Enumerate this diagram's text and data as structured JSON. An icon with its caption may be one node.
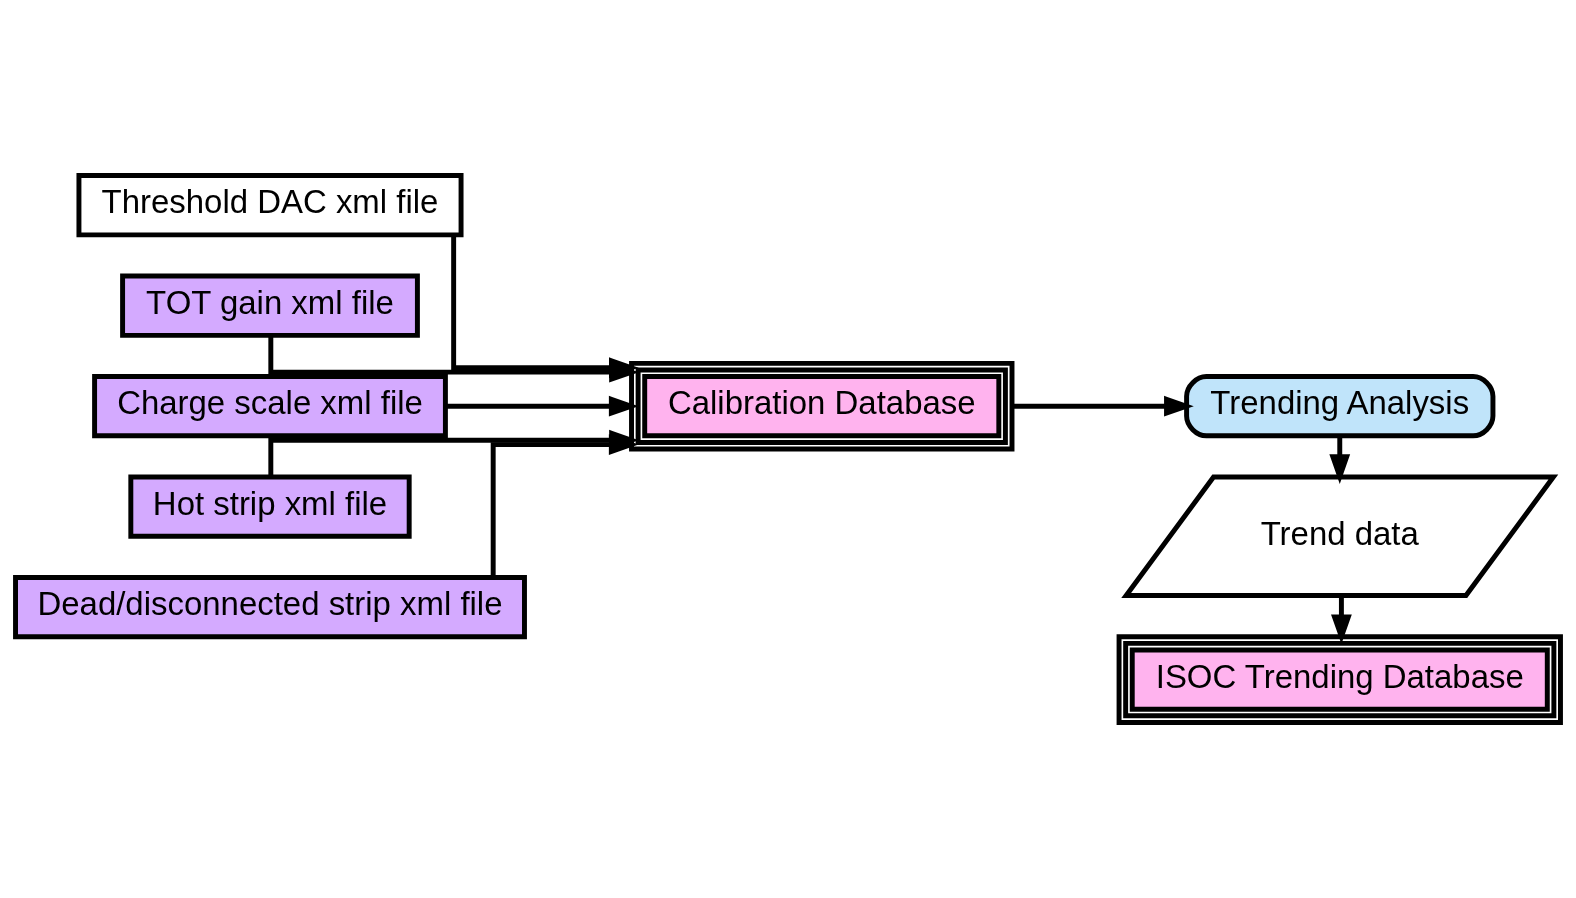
{
  "diagram": {
    "nodes": [
      {
        "text": [
          "Threshold DAC xml file"
        ]
      },
      {
        "text": [
          "TOT gain xml file"
        ]
      },
      {
        "text": [
          "Charge scale xml file"
        ]
      },
      {
        "text": [
          "Hot strip xml file"
        ]
      },
      {
        "text": [
          "Dead/disconnected strip xml file"
        ]
      },
      {
        "text": [
          "Calibration Database"
        ]
      },
      {
        "text": [
          "Trending Analysis"
        ]
      },
      {
        "text": [
          "Trend data"
        ]
      },
      {
        "text": [
          "ISOC Trending Database"
        ]
      }
    ],
    "edges": [
      {
        "from": 0,
        "to": 5,
        "arrow": "to"
      },
      {
        "from": 1,
        "to": 5,
        "arrow": "to"
      },
      {
        "from": 2,
        "to": 5,
        "arrow": "to"
      },
      {
        "from": 3,
        "to": 5,
        "arrow": "to"
      },
      {
        "from": 4,
        "to": 5,
        "arrow": "to"
      },
      {
        "from": 5,
        "to": 6,
        "arrow": "to"
      },
      {
        "from": 6,
        "to": 7,
        "arrow": "to"
      },
      {
        "from": 7,
        "to": 8,
        "arrow": "to"
      }
    ]
  }
}
